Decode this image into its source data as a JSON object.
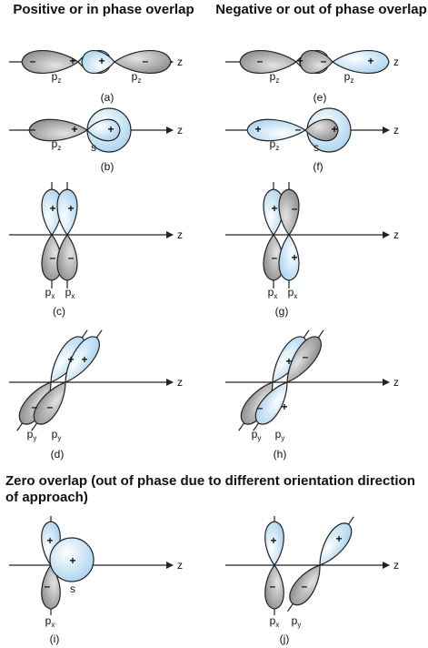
{
  "headings": {
    "positive": "Positive or in phase overlap",
    "negative": "Negative or out of phase overlap",
    "zero": "Zero overlap (out of phase due to different orientation direction of approach)"
  },
  "axis_label": "z",
  "orbital_labels": {
    "pz": "pz",
    "px": "px",
    "py": "py",
    "s": "s"
  },
  "signs": {
    "plus": "+",
    "minus": "–"
  },
  "captions": [
    "(a)",
    "(b)",
    "(c)",
    "(d)",
    "(e)",
    "(f)",
    "(g)",
    "(h)",
    "(i)",
    "(j)"
  ],
  "colors": {
    "positive_lobe": "#cfe8f8",
    "negative_lobe": "#b0b0b0",
    "outline": "#222222"
  }
}
